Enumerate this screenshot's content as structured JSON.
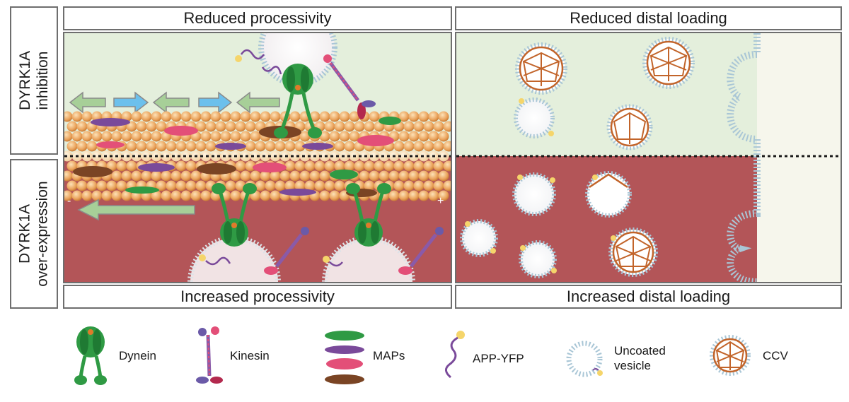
{
  "headers": {
    "top_left": "Reduced processivity",
    "top_right": "Reduced distal loading",
    "bottom_left": "Increased processivity",
    "bottom_right": "Increased distal loading"
  },
  "row_labels": {
    "inhibition_line1": "DYRK1A",
    "inhibition_line2": "inhibition",
    "overexpression_line1": "DYRK1A",
    "overexpression_line2": "over-expression"
  },
  "polarity": {
    "minus": "-",
    "plus": "+"
  },
  "legend": {
    "dynein": "Dynein",
    "kinesin": "Kinesin",
    "maps": "MAPs",
    "app": "APP-YFP",
    "uncoated_line1": "Uncoated",
    "uncoated_line2": "vesicle",
    "ccv": "CCV"
  },
  "colors": {
    "inhibition_bg": "#e4efdc",
    "overexpression_bg": "#b35558",
    "axon_end_bg": "#f6f6ec",
    "tubulin": "#e9a25a",
    "dynein": "#2f9a44",
    "map_green": "#2f9a44",
    "map_purple": "#7a4a9a",
    "map_pink": "#e34f78",
    "map_brown": "#7a4424",
    "arrow_green": "#9dc88e",
    "arrow_blue": "#5bb3e4",
    "membrane": "#a9c6d6",
    "clathrin": "#c2642a"
  }
}
